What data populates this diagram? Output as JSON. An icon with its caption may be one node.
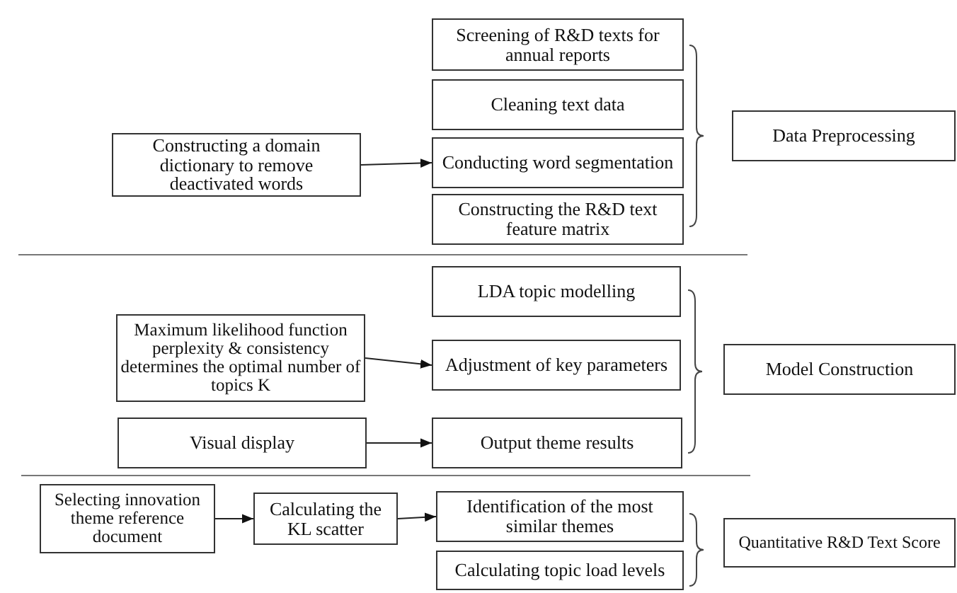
{
  "diagram": {
    "nodes": [
      {
        "text": [
          "Screening of R&D texts for annual reports"
        ]
      },
      {
        "text": [
          "Cleaning text data"
        ]
      },
      {
        "text": [
          "Conducting word segmentation"
        ]
      },
      {
        "text": [
          "Constructing the R&D text feature matrix"
        ]
      },
      {
        "text": [
          "Data Preprocessing"
        ]
      },
      {
        "text": [
          "Constructing a domain dictionary to remove deactivated words"
        ]
      },
      {
        "text": [
          "LDA topic modelling"
        ]
      },
      {
        "text": [
          "Adjustment of key parameters"
        ]
      },
      {
        "text": [
          "Output theme results"
        ]
      },
      {
        "text": [
          "Model Construction"
        ]
      },
      {
        "text": [
          "Maximum likelihood function perplexity & consistency determines the optimal number of topics K"
        ]
      },
      {
        "text": [
          "Visual display"
        ]
      },
      {
        "text": [
          "Selecting innovation theme reference document"
        ]
      },
      {
        "text": [
          "Calculating the KL scatter"
        ]
      },
      {
        "text": [
          "Identification of the most similar themes"
        ]
      },
      {
        "text": [
          "Calculating topic load levels"
        ]
      },
      {
        "text": [
          "Quantitative R&D Text Score"
        ]
      }
    ],
    "edges": [
      {
        "from": 5,
        "to": 2,
        "arrow": "to"
      },
      {
        "from": 10,
        "to": 7,
        "arrow": "to"
      },
      {
        "from": 11,
        "to": 8,
        "arrow": "to"
      },
      {
        "from": 12,
        "to": 13,
        "arrow": "to"
      },
      {
        "from": 13,
        "to": 14,
        "arrow": "to"
      }
    ]
  }
}
